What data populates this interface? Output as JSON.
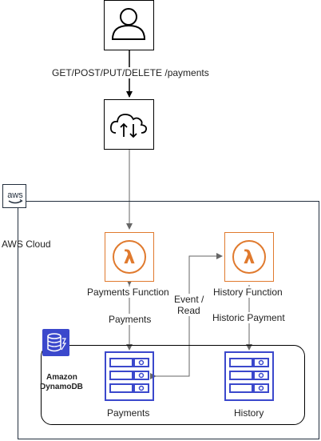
{
  "client": {
    "icon": "user-icon"
  },
  "request_label": "GET/POST/PUT/DELETE /payments",
  "api_gateway": {
    "icon": "cloud-upload-download-icon"
  },
  "aws_cloud": {
    "label": "AWS Cloud",
    "logo_text": "aws",
    "icon": "aws-logo-icon"
  },
  "payments_function": {
    "label": "Payments Function",
    "icon": "lambda-icon",
    "color": "#E07A2E"
  },
  "history_function": {
    "label": "History Function",
    "icon": "lambda-icon",
    "color": "#E07A2E"
  },
  "edge_labels": {
    "payments_to_table": "Payments",
    "event_read_1": "Event /",
    "event_read_2": "Read",
    "historic_payment": "Historic Payment"
  },
  "dynamodb": {
    "label_1": "Amazon",
    "label_2": "DynamoDB",
    "icon": "dynamodb-icon",
    "color": "#3B48CC"
  },
  "tables": {
    "payments": {
      "label": "Payments",
      "icon": "table-icon"
    },
    "history": {
      "label": "History",
      "icon": "table-icon"
    }
  }
}
